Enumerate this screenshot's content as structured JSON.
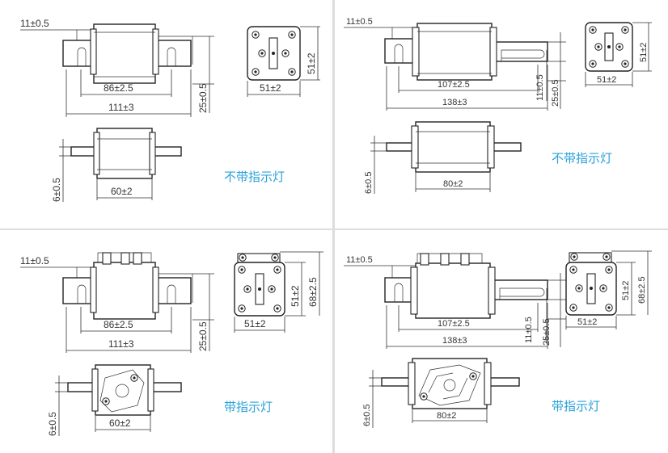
{
  "colors": {
    "caption": "#2aa0d8",
    "line": "#333333",
    "background": "#ffffff"
  },
  "panels": [
    {
      "caption": "不带指示灯",
      "dims": {
        "tab": "11±0.5",
        "inner": "86±2.5",
        "overall": "111±3",
        "height": "25±0.5",
        "side_w": "51±2",
        "side_h": "51±2",
        "thick": "6±0.5",
        "bottom_w": "60±2"
      }
    },
    {
      "caption": "不带指示灯",
      "dims": {
        "tab": "11±0.5",
        "inner": "107±2.5",
        "overall": "138±3",
        "h1": "11±0.5",
        "h2": "25±0.5",
        "side_w": "51±2",
        "side_h": "51±2",
        "thick": "6±0.5",
        "bottom_w": "80±2"
      }
    },
    {
      "caption": "带指示灯",
      "dims": {
        "tab": "11±0.5",
        "inner": "86±2.5",
        "overall": "111±3",
        "height": "25±0.5",
        "side_w": "51±2",
        "side_h1": "51±2",
        "side_h2": "68±2.5",
        "thick": "6±0.5",
        "bottom_w": "60±2"
      }
    },
    {
      "caption": "带指示灯",
      "dims": {
        "tab": "11±0.5",
        "inner": "107±2.5",
        "overall": "138±3",
        "h1": "11±0.5",
        "h2": "25±0.5",
        "side_w": "51±2",
        "side_h1": "51±2",
        "side_h2": "68±2.5",
        "thick": "6±0.5",
        "bottom_w": "80±2"
      }
    }
  ]
}
